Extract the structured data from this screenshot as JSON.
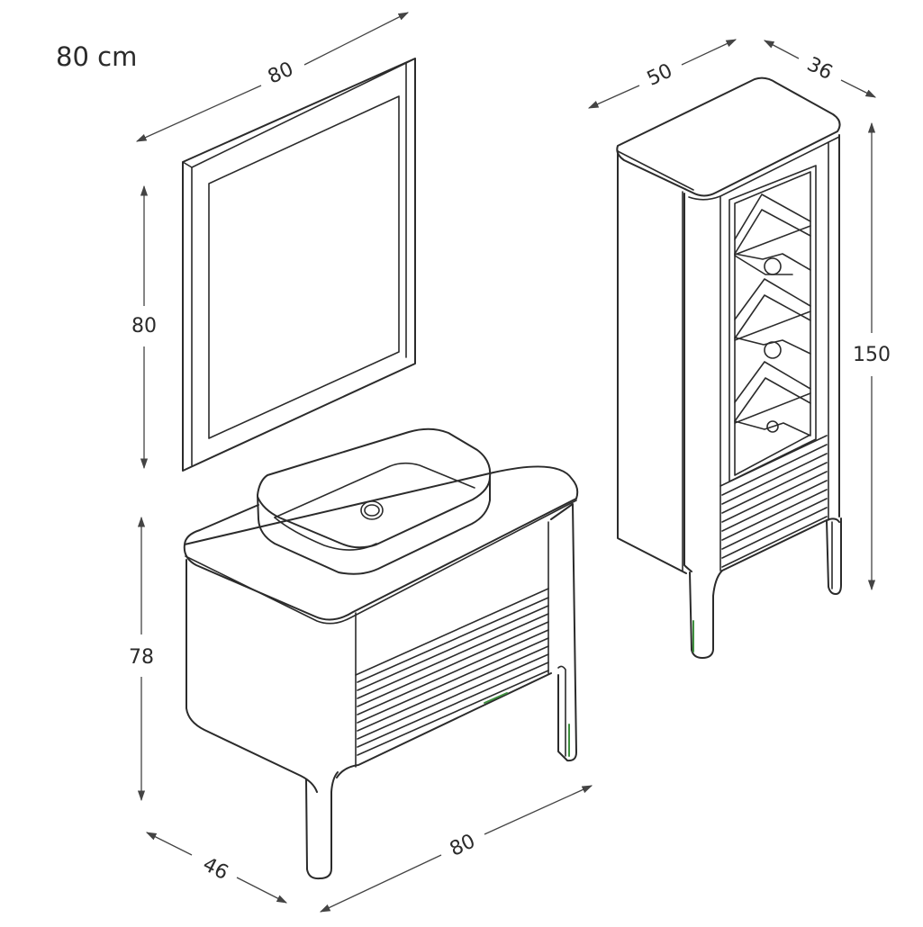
{
  "size_label": "80 cm",
  "colors": {
    "line": "#2b2b2b",
    "accent": "#3e8f3e",
    "background": "#ffffff"
  },
  "mirror": {
    "width": "80",
    "height": "80"
  },
  "vanity": {
    "height": "78",
    "depth": "46",
    "width": "80"
  },
  "tall_cabinet": {
    "width": "50",
    "depth": "36",
    "height": "150"
  }
}
